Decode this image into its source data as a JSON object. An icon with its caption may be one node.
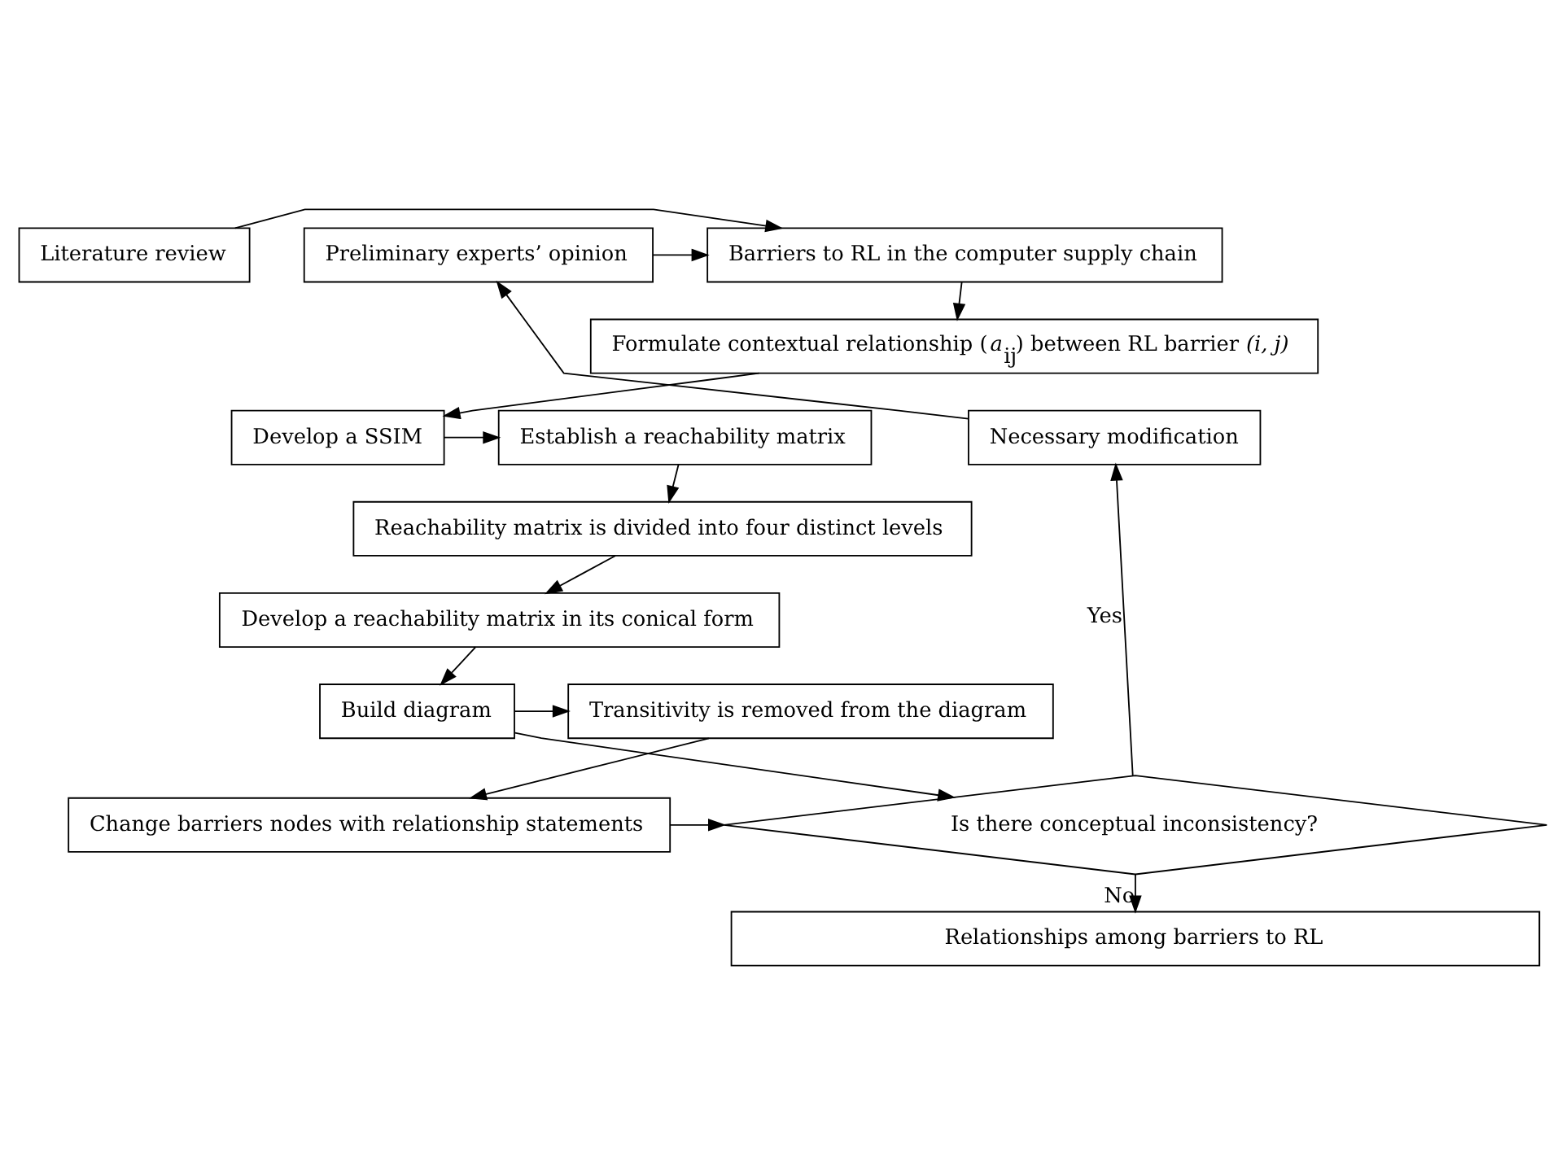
{
  "diagram": {
    "nodes": [
      {
        "text": [
          "Literature review"
        ]
      },
      {
        "text": [
          "Barriers to RL in the computer supply chain"
        ]
      },
      {
        "text": [
          "Preliminary experts’ opinion"
        ]
      },
      {
        "text": [
          "Formulate contextual relationship (*a*$_{ij}$) between RL barrier *(i, j)*"
        ]
      },
      {
        "text": [
          "Develop a SSIM"
        ]
      },
      {
        "text": [
          "Establish a reachability matrix"
        ]
      },
      {
        "text": [
          "Necessary modification"
        ]
      },
      {
        "text": [
          "Reachability matrix is divided into four distinct levels"
        ]
      },
      {
        "text": [
          "Develop a reachability matrix in its conical form"
        ]
      },
      {
        "text": [
          "Transitivity is removed from the diagram"
        ]
      },
      {
        "text": [
          "Build diagram"
        ]
      },
      {
        "text": [
          "Change barriers nodes with relationship statements"
        ]
      },
      {
        "text": [
          "Is there conceptual inconsistency?"
        ]
      },
      {
        "text": [
          "Relationships among barriers to RL"
        ]
      }
    ],
    "edges": [
      {
        "from": 0,
        "to": 1,
        "arrow": "to"
      },
      {
        "from": 2,
        "to": 1,
        "arrow": "to"
      },
      {
        "from": 1,
        "to": 3,
        "arrow": "to"
      },
      {
        "from": 3,
        "to": 4,
        "arrow": "to"
      },
      {
        "from": 4,
        "to": 5,
        "arrow": "to"
      },
      {
        "from": 5,
        "to": 7,
        "arrow": "to"
      },
      {
        "from": 7,
        "to": 8,
        "arrow": "to"
      },
      {
        "from": 8,
        "to": 10,
        "arrow": "to"
      },
      {
        "from": 10,
        "to": 9,
        "arrow": "to"
      },
      {
        "from": 9,
        "to": 11,
        "arrow": "to"
      },
      {
        "from": 10,
        "to": 12,
        "arrow": "to"
      },
      {
        "from": 11,
        "to": 12,
        "arrow": "to"
      },
      {
        "from": 12,
        "to": 6,
        "arrow": "to",
        "label": "Yes"
      },
      {
        "from": 6,
        "to": 2,
        "arrow": "to"
      },
      {
        "from": 12,
        "to": 13,
        "arrow": "to",
        "label": "No"
      }
    ]
  }
}
